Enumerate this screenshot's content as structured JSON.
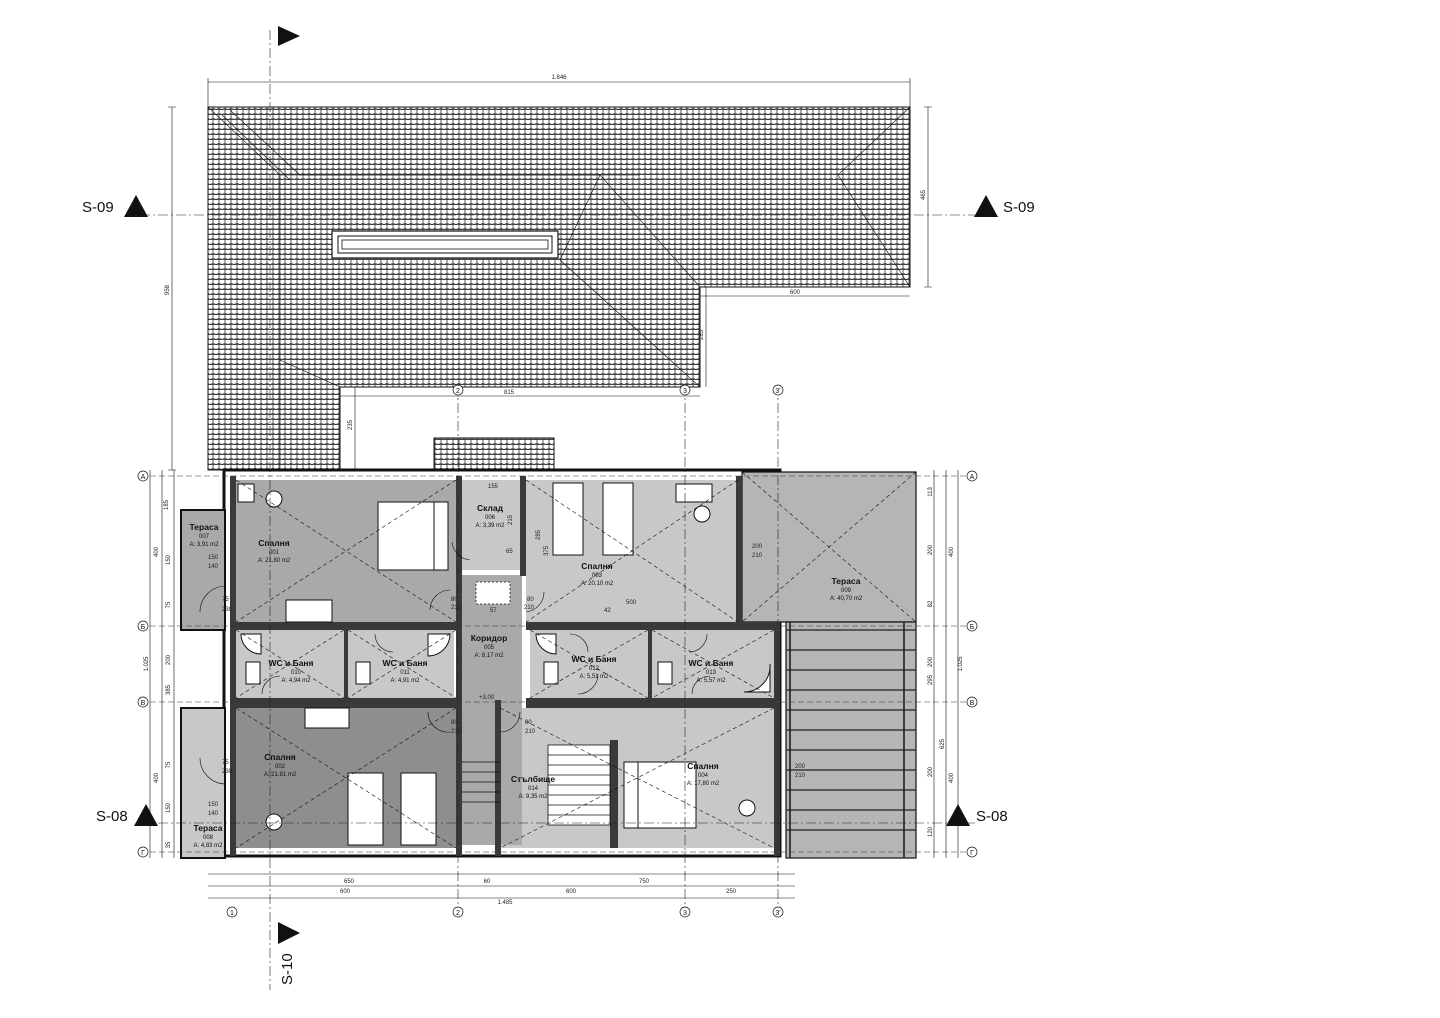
{
  "sections": {
    "s09_left": "S-09",
    "s09_right": "S-09",
    "s08_left": "S-08",
    "s08_right": "S-08",
    "s10": "S-10"
  },
  "axes_v": [
    "1",
    "2",
    "3",
    "3'"
  ],
  "axes_h": [
    "А",
    "Б",
    "В",
    "Г"
  ],
  "rooms": [
    {
      "name": "Спалня",
      "num": "001",
      "area": "A: 21,80 m2"
    },
    {
      "name": "Спалня",
      "num": "002",
      "area": "A: 21,81 m2"
    },
    {
      "name": "Спалня",
      "num": "003",
      "area": "A: 20,10 m2"
    },
    {
      "name": "Спалня",
      "num": "004",
      "area": "A: 17,80 m2"
    },
    {
      "name": "Коридор",
      "num": "005",
      "area": "A: 8,17 m2"
    },
    {
      "name": "Склад",
      "num": "006",
      "area": "A: 3,39 m2"
    },
    {
      "name": "Тераса",
      "num": "007",
      "area": "A: 3,91 m2"
    },
    {
      "name": "Тераса",
      "num": "008",
      "area": "A: 4,83 m2"
    },
    {
      "name": "Тераса",
      "num": "009",
      "area": "A: 40,70 m2"
    },
    {
      "name": "WC и Баня",
      "num": "010",
      "area": "A: 4,94 m2"
    },
    {
      "name": "WC и Баня",
      "num": "011",
      "area": "A: 4,91 m2"
    },
    {
      "name": "WC и Баня",
      "num": "012",
      "area": "A: 5,51 m2"
    },
    {
      "name": "WC и Баня",
      "num": "013",
      "area": "A: 5,57 m2"
    },
    {
      "name": "Стълбище",
      "num": "014",
      "area": "A: 9,35 m2"
    }
  ],
  "dims": {
    "top_total": "1.846",
    "left_roof": "958",
    "right_roof_a": "465",
    "right_roof_b": "600",
    "mid_roof": "285",
    "roof_gap_v": "235",
    "roof_gap_h": "815",
    "bottom_total": "1.485",
    "bottom_row1": [
      "650",
      "60",
      "750"
    ],
    "bottom_row2": [
      "600",
      "600",
      "250"
    ],
    "left_col": [
      "185",
      "400",
      "150",
      "75",
      "200",
      "385",
      "400",
      "75",
      "150",
      "35"
    ],
    "left_total": "1.025",
    "right_col": [
      "113",
      "200",
      "82",
      "200",
      "295",
      "625",
      "200",
      "120"
    ],
    "right_total": "1.025",
    "right_total2": "400",
    "right_total3": "400",
    "level": "+3,00"
  },
  "door_marks": [
    "80",
    "210",
    "80",
    "210",
    "80",
    "210",
    "80",
    "210",
    "75",
    "230",
    "75",
    "230",
    "140",
    "150",
    "140",
    "150",
    "200",
    "210",
    "200",
    "210"
  ],
  "closet_marks": [
    "155",
    "215",
    "285",
    "375",
    "65",
    "57",
    "42",
    "500"
  ]
}
